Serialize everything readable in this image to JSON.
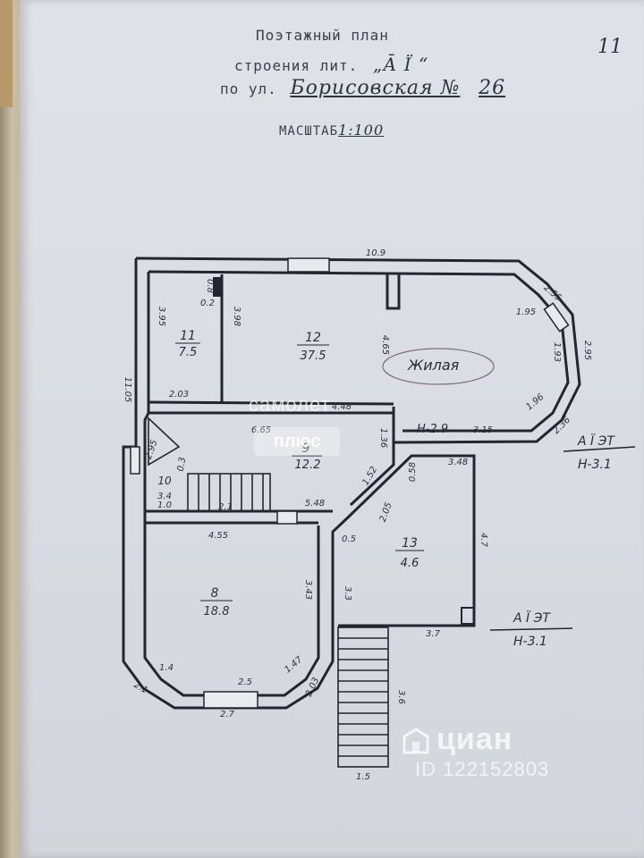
{
  "header": {
    "title": "Поэтажный план",
    "line2_prefix": "строения лит.",
    "line2_value": "„А̄ Ї “",
    "line3_prefix": "по ул.",
    "line3_street": "Борисовская №",
    "line3_number": "26",
    "scale_label": "МАСШТАБ",
    "scale_value": "1:100",
    "page_number": "11"
  },
  "rooms": [
    {
      "id": "11",
      "area": "7.5"
    },
    {
      "id": "12",
      "area": "37.5"
    },
    {
      "id": "9",
      "area": "12.2"
    },
    {
      "id": "10",
      "area": "3.4"
    },
    {
      "id": "8",
      "area": "18.8"
    },
    {
      "id": "13",
      "area": "4.6"
    }
  ],
  "annotations": {
    "room_label": "Жилая",
    "room10_sub": "1.0",
    "litera_upper": "А Ї ЭТ",
    "height_upper": "Н-3.1",
    "litera_lower": "А Ї ЭТ",
    "height_lower": "Н-3.1",
    "h_label": "Н-2.9"
  },
  "dimensions": {
    "d1": "10.9",
    "d2": "2.55",
    "d3": "1.95",
    "d4": "1.93",
    "d5": "2.95",
    "d6": "1.96",
    "d7": "2.36",
    "d8": "3.15",
    "d9": "4.65",
    "d10": "3.95",
    "d11": "3.98",
    "d12": "0.8",
    "d13": "0.2",
    "d14": "2.03",
    "d15": "6.65",
    "d16": "4.48",
    "d17": "1.36",
    "d18": "11.05",
    "d19": "2.95",
    "d20": "0.3",
    "d21": "2.1",
    "d22": "5.48",
    "d23": "1.52",
    "d24": "0.58",
    "d25": "3.48",
    "d26": "2.05",
    "d27": "0.5",
    "d28": "4.55",
    "d29": "3.43",
    "d30": "3.3",
    "d31": "4.7",
    "d32": "3.7",
    "d33": "1.4",
    "d34": "1.47",
    "d35": "2.5",
    "d36": "2.1",
    "d37": "2.03",
    "d38": "2.7",
    "d39": "3.6",
    "d40": "1.5"
  },
  "watermarks": {
    "brand": "циан",
    "listing_id": "ID 122152803",
    "samolet": "самолет",
    "plus": "плюс"
  },
  "colors": {
    "ink": "#2b2f38",
    "paper": "#dcdfe4"
  }
}
